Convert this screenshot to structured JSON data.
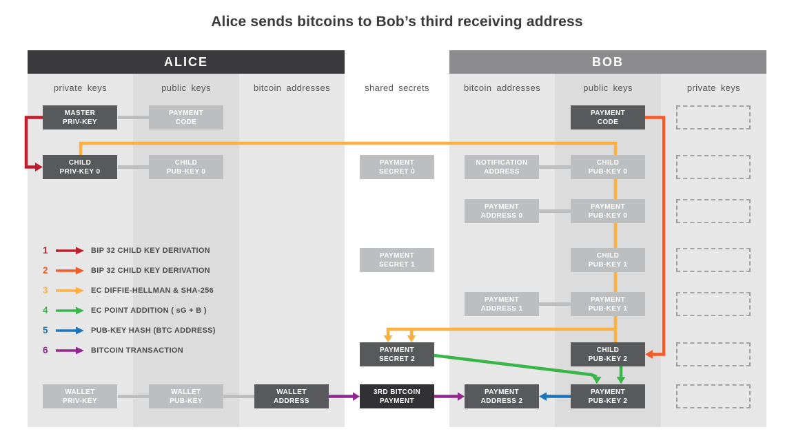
{
  "title": "Alice sends bitcoins to Bob’s third receiving address",
  "alice": {
    "header": "ALICE",
    "columns": [
      "private keys",
      "public keys",
      "bitcoin addresses"
    ],
    "boxes": {
      "master_priv": {
        "l1": "MASTER",
        "l2": "PRIV-KEY"
      },
      "payment_code": {
        "l1": "PAYMENT",
        "l2": "CODE"
      },
      "child_priv0": {
        "l1": "CHILD",
        "l2": "PRIV-KEY 0"
      },
      "child_pub0": {
        "l1": "CHILD",
        "l2": "PUB-KEY 0"
      },
      "wallet_priv": {
        "l1": "WALLET",
        "l2": "PRIV-KEY"
      },
      "wallet_pub": {
        "l1": "WALLET",
        "l2": "PUB-KEY"
      },
      "wallet_addr": {
        "l1": "WALLET",
        "l2": "ADDRESS"
      }
    }
  },
  "shared": {
    "column_label": "shared secrets",
    "boxes": {
      "secret0": {
        "l1": "PAYMENT",
        "l2": "SECRET 0"
      },
      "secret1": {
        "l1": "PAYMENT",
        "l2": "SECRET 1"
      },
      "secret2": {
        "l1": "PAYMENT",
        "l2": "SECRET 2"
      },
      "payment3": {
        "l1": "3RD BITCOIN",
        "l2": "PAYMENT"
      }
    }
  },
  "bob": {
    "header": "BOB",
    "columns": [
      "bitcoin addresses",
      "public keys",
      "private keys"
    ],
    "boxes": {
      "payment_code": {
        "l1": "PAYMENT",
        "l2": "CODE"
      },
      "notif_addr": {
        "l1": "NOTIFICATION",
        "l2": "ADDRESS"
      },
      "child_pub0": {
        "l1": "CHILD",
        "l2": "PUB-KEY 0"
      },
      "pay_addr0": {
        "l1": "PAYMENT",
        "l2": "ADDRESS 0"
      },
      "pay_pub0": {
        "l1": "PAYMENT",
        "l2": "PUB-KEY 0"
      },
      "child_pub1": {
        "l1": "CHILD",
        "l2": "PUB-KEY 1"
      },
      "pay_addr1": {
        "l1": "PAYMENT",
        "l2": "ADDRESS 1"
      },
      "pay_pub1": {
        "l1": "PAYMENT",
        "l2": "PUB-KEY 1"
      },
      "child_pub2": {
        "l1": "CHILD",
        "l2": "PUB-KEY 2"
      },
      "pay_addr2": {
        "l1": "PAYMENT",
        "l2": "ADDRESS 2"
      },
      "pay_pub2": {
        "l1": "PAYMENT",
        "l2": "PUB-KEY 2"
      }
    }
  },
  "legend": {
    "items": [
      {
        "num": "1",
        "label": "BIP 32 CHILD KEY DERIVATION",
        "color": "#be1e2d"
      },
      {
        "num": "2",
        "label": "BIP 32 CHILD KEY DERIVATION",
        "color": "#f15a29"
      },
      {
        "num": "3",
        "label": "EC DIFFIE-HELLMAN & SHA-256",
        "color": "#fbb040"
      },
      {
        "num": "4",
        "label": "EC POINT ADDITION ( sG + B )",
        "color": "#39b54a"
      },
      {
        "num": "5",
        "label": "PUB-KEY HASH (BTC ADDRESS)",
        "color": "#1c75bc"
      },
      {
        "num": "6",
        "label": "BITCOIN TRANSACTION",
        "color": "#92278f"
      }
    ]
  },
  "colors": {
    "arrow_red": "#be1e2d",
    "arrow_orange": "#f15a29",
    "arrow_yellow": "#fbb040",
    "arrow_green": "#39b54a",
    "arrow_blue": "#1c75bc",
    "arrow_purple": "#92278f",
    "box_dark": "#58595b",
    "box_light": "#bcbec0",
    "box_black": "#313133",
    "alice_header_bg": "#3a3a3c",
    "bob_header_bg": "#8c8c8e",
    "connector_gray": "#bcbec0"
  }
}
